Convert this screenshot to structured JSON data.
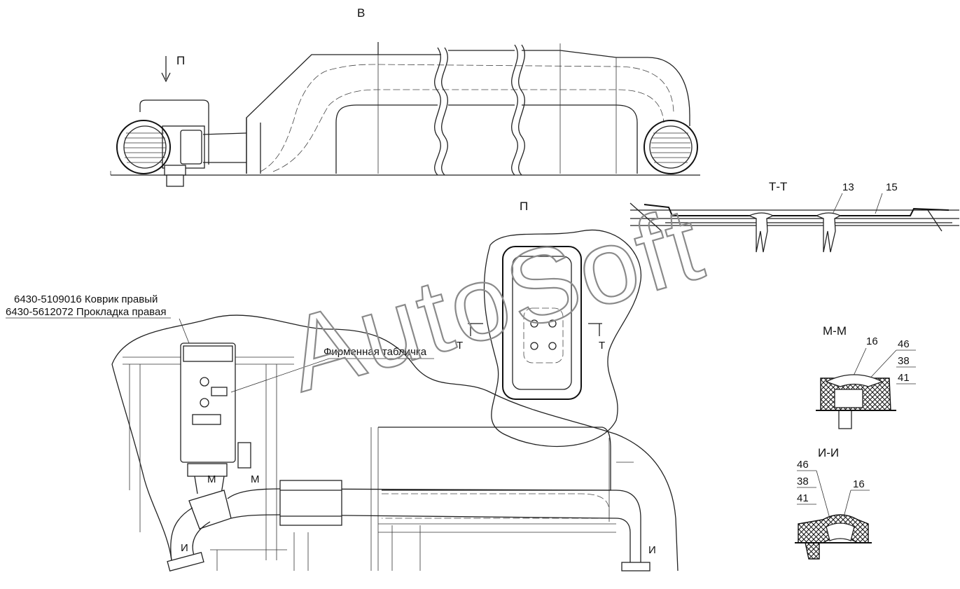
{
  "view_labels": {
    "view_b": "В",
    "view_p_arrow": "П",
    "view_p_title": "П",
    "section_tt": "Т-Т",
    "section_mm": "М-М",
    "section_ii": "И-И"
  },
  "section_marks": {
    "t_left": "Т",
    "t_right": "Т",
    "m_left": "М",
    "m_right": "М",
    "i_left": "И",
    "i_right": "И"
  },
  "callouts": {
    "tt_13": "13",
    "tt_15": "15",
    "mm_16": "16",
    "mm_46": "46",
    "mm_38": "38",
    "mm_41": "41",
    "ii_46": "46",
    "ii_38": "38",
    "ii_41": "41",
    "ii_16": "16"
  },
  "notes": {
    "mat_right": "6430-5109016 Коврик правый",
    "gasket_right": "6430-5612072 Прокладка правая",
    "nameplate": "Фирменная табличка"
  },
  "watermark": "AutoSoft"
}
